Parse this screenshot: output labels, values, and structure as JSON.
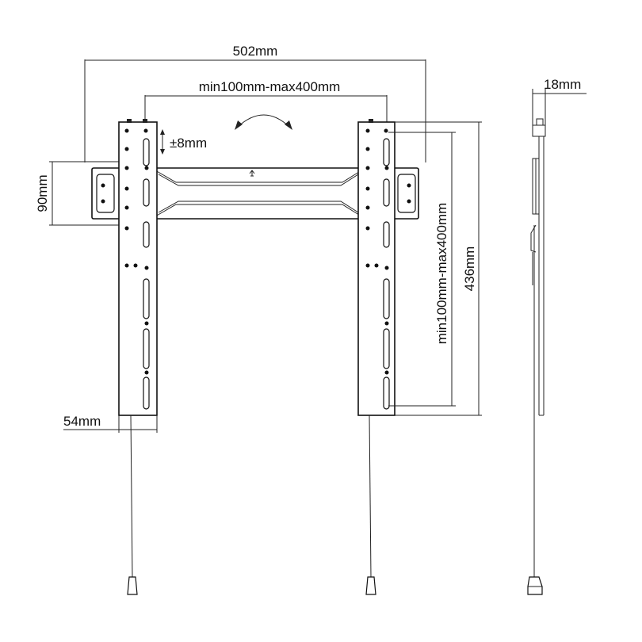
{
  "dimensions": {
    "overall_width": "502mm",
    "vesa_horizontal": "min100mm-max400mm",
    "depth": "18mm",
    "adjust": "±8mm",
    "height_bracket": "90mm",
    "vesa_vertical": "min100mm-max400mm",
    "overall_height": "436mm",
    "arm_width": "54mm"
  },
  "colors": {
    "line": "#222222",
    "background": "#ffffff"
  }
}
